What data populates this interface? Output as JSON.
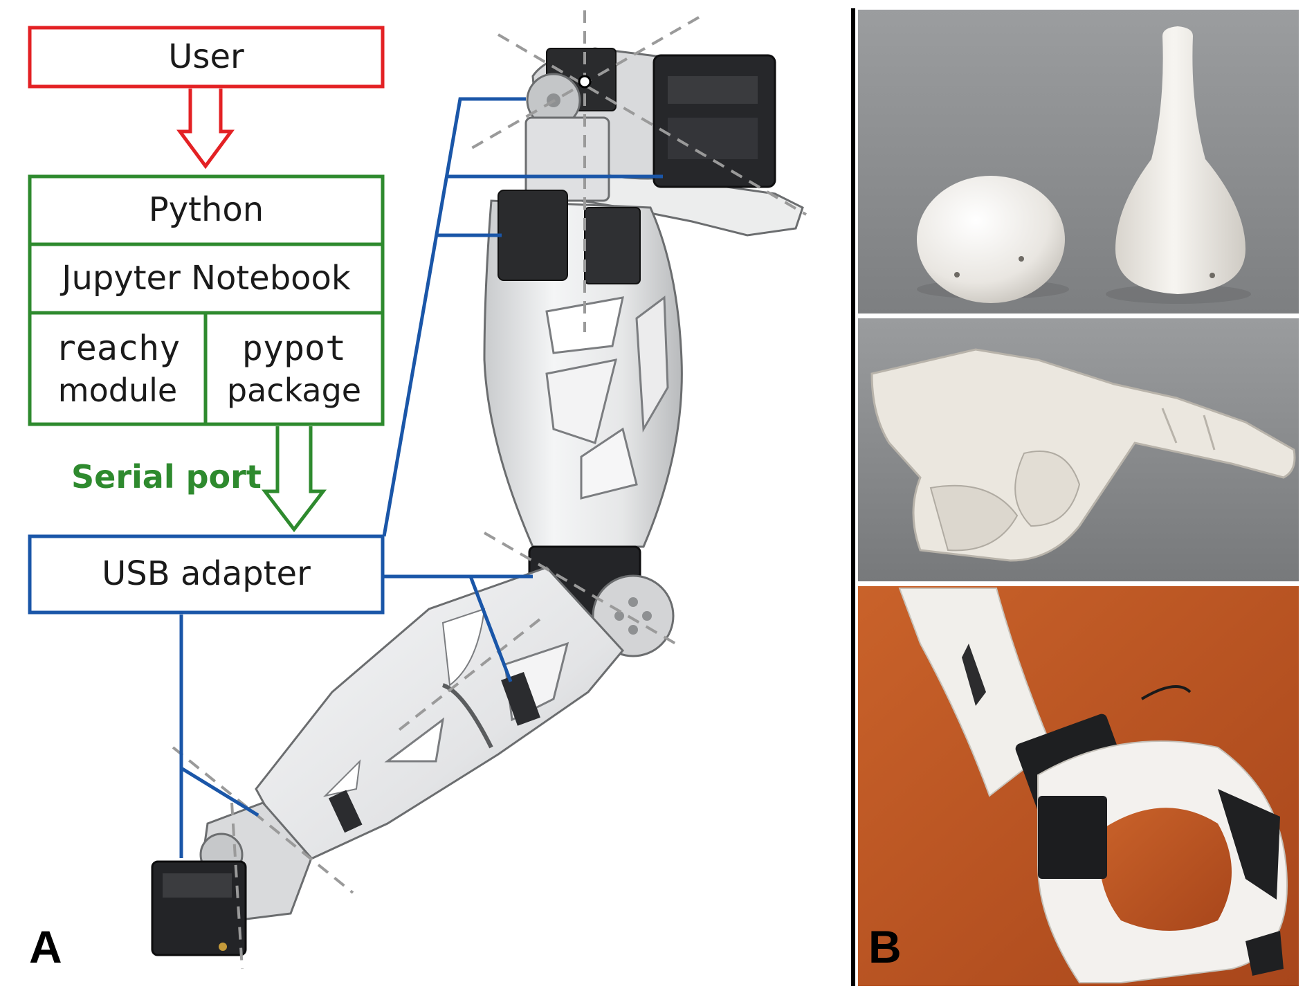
{
  "colors": {
    "user": "#e32124",
    "software": "#2e8a2e",
    "hardware": "#1a56a8",
    "axis": "#9a9a9a",
    "photo_grey": "#8a8c8e",
    "photo_table": "#c2541f"
  },
  "panel_a": {
    "letter": "A",
    "user_box": {
      "label": "User"
    },
    "software_stack": {
      "python": "Python",
      "jupyter": "Jupyter Notebook",
      "reachy": {
        "line1": "reachy",
        "line2": "module"
      },
      "pypot": {
        "line1": "pypot",
        "line2": "package"
      }
    },
    "serial_port_label": "Serial port",
    "usb_box": {
      "label": "USB adapter"
    },
    "arm_render": "robotic-arm-illustration"
  },
  "panel_b": {
    "letter": "B",
    "photos": [
      "ball-and-cone-effectors",
      "pointing-hand-effector",
      "gripper-on-table"
    ]
  }
}
